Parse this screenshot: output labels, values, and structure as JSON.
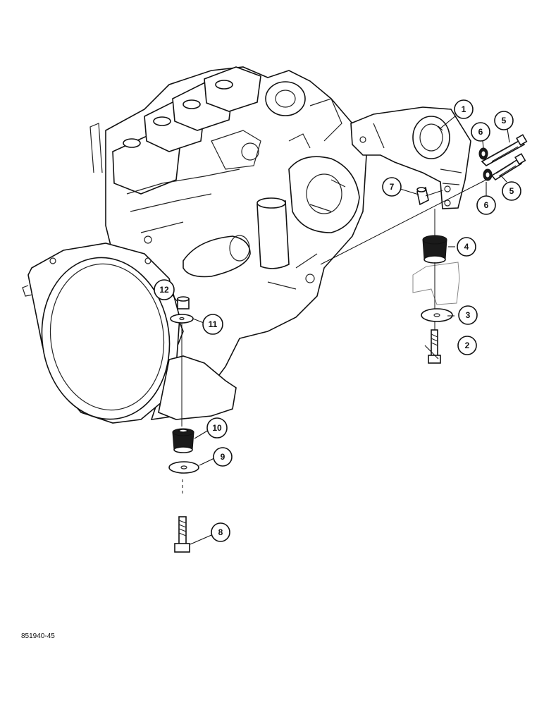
{
  "figure_id": "851940-45",
  "callouts": [
    {
      "id": "c1",
      "label": "1"
    },
    {
      "id": "c2",
      "label": "2"
    },
    {
      "id": "c3",
      "label": "3"
    },
    {
      "id": "c4",
      "label": "4"
    },
    {
      "id": "c5a",
      "label": "5"
    },
    {
      "id": "c5b",
      "label": "5"
    },
    {
      "id": "c6a",
      "label": "6"
    },
    {
      "id": "c6b",
      "label": "6"
    },
    {
      "id": "c7",
      "label": "7"
    },
    {
      "id": "c8",
      "label": "8"
    },
    {
      "id": "c9",
      "label": "9"
    },
    {
      "id": "c10",
      "label": "10"
    },
    {
      "id": "c11",
      "label": "11"
    },
    {
      "id": "c12",
      "label": "12"
    }
  ]
}
